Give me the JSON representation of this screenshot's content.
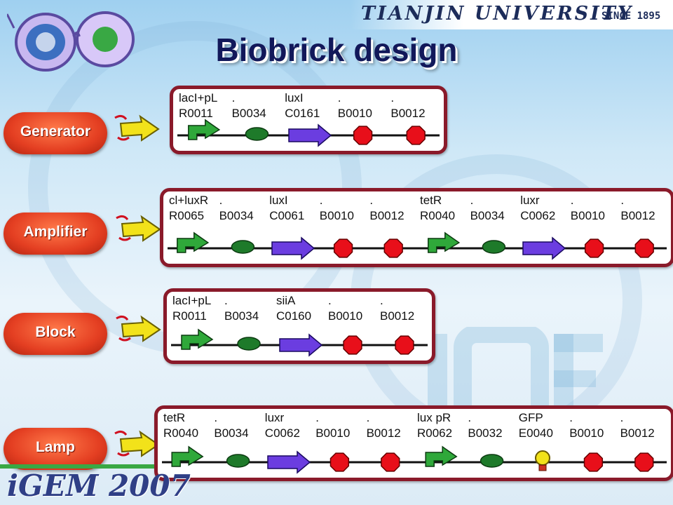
{
  "header": {
    "university": "TIANJIN UNIVERSITY",
    "since": "SINCE 1895",
    "title": "Biobrick design",
    "footer_logo": "iGEM 2007"
  },
  "colors": {
    "panel_border": "#8a1a2a",
    "promoter": "#2fa83a",
    "rbs": "#1e7a2a",
    "coding": "#6b3de0",
    "terminator": "#e80f1a",
    "reporter": "#f2e21a",
    "pill": "#e43f22",
    "arrow": "#f2e21a"
  },
  "devices": [
    {
      "label": "Generator",
      "parts": [
        {
          "name": "lacI+pL",
          "id": "R0011",
          "kind": "promoter"
        },
        {
          "name": ".",
          "id": "B0034",
          "kind": "rbs"
        },
        {
          "name": "luxI",
          "id": "C0161",
          "kind": "coding"
        },
        {
          "name": ".",
          "id": "B0010",
          "kind": "terminator"
        },
        {
          "name": ".",
          "id": "B0012",
          "kind": "terminator"
        }
      ]
    },
    {
      "label": "Amplifier",
      "parts": [
        {
          "name": "cl+luxR",
          "id": "R0065",
          "kind": "promoter"
        },
        {
          "name": ".",
          "id": "B0034",
          "kind": "rbs"
        },
        {
          "name": "luxI",
          "id": "C0061",
          "kind": "coding"
        },
        {
          "name": ".",
          "id": "B0010",
          "kind": "terminator"
        },
        {
          "name": ".",
          "id": "B0012",
          "kind": "terminator"
        },
        {
          "name": "tetR",
          "id": "R0040",
          "kind": "promoter"
        },
        {
          "name": ".",
          "id": "B0034",
          "kind": "rbs"
        },
        {
          "name": "luxr",
          "id": "C0062",
          "kind": "coding"
        },
        {
          "name": ".",
          "id": "B0010",
          "kind": "terminator"
        },
        {
          "name": ".",
          "id": "B0012",
          "kind": "terminator"
        }
      ]
    },
    {
      "label": "Block",
      "parts": [
        {
          "name": "lacI+pL",
          "id": "R0011",
          "kind": "promoter"
        },
        {
          "name": ".",
          "id": "B0034",
          "kind": "rbs"
        },
        {
          "name": "siiA",
          "id": "C0160",
          "kind": "coding"
        },
        {
          "name": ".",
          "id": "B0010",
          "kind": "terminator"
        },
        {
          "name": ".",
          "id": "B0012",
          "kind": "terminator"
        }
      ]
    },
    {
      "label": "Lamp",
      "parts": [
        {
          "name": "tetR",
          "id": "R0040",
          "kind": "promoter"
        },
        {
          "name": ".",
          "id": "B0034",
          "kind": "rbs"
        },
        {
          "name": "luxr",
          "id": "C0062",
          "kind": "coding"
        },
        {
          "name": ".",
          "id": "B0010",
          "kind": "terminator"
        },
        {
          "name": ".",
          "id": "B0012",
          "kind": "terminator"
        },
        {
          "name": "lux pR",
          "id": "R0062",
          "kind": "promoter"
        },
        {
          "name": ".",
          "id": "B0032",
          "kind": "rbs"
        },
        {
          "name": "GFP",
          "id": "E0040",
          "kind": "reporter"
        },
        {
          "name": ".",
          "id": "B0010",
          "kind": "terminator"
        },
        {
          "name": ".",
          "id": "B0012",
          "kind": "terminator"
        }
      ]
    }
  ]
}
